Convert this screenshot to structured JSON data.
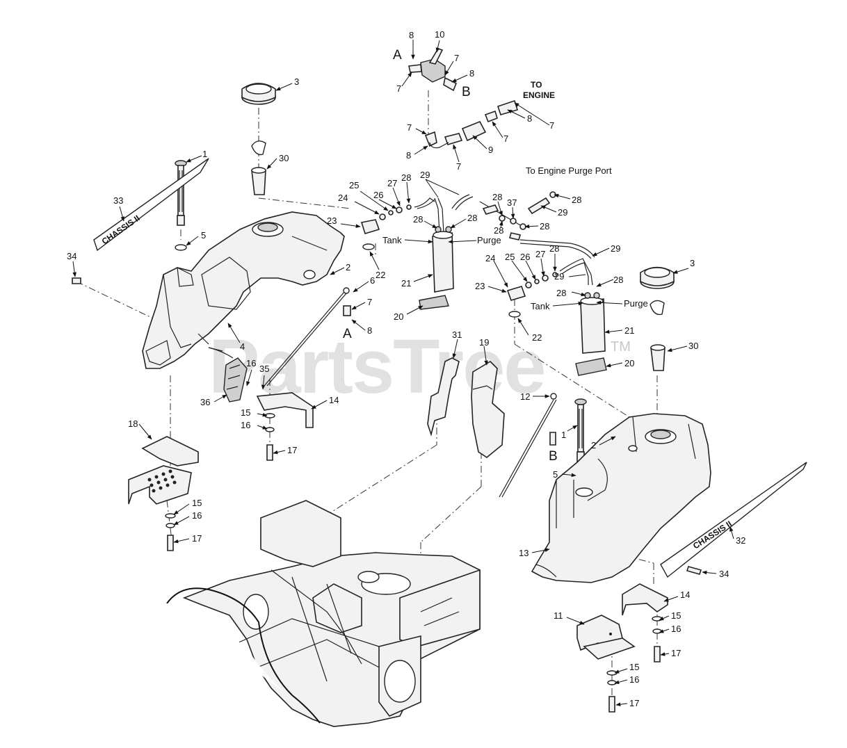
{
  "watermark": {
    "text": "PartsTree",
    "tm": "TM"
  },
  "callouts": {
    "c1a": "1",
    "c3a": "3",
    "c30a": "30",
    "c33": "33",
    "c5a": "5",
    "c34a": "34",
    "c4": "4",
    "c2a": "2",
    "c6": "6",
    "c7e": "7",
    "c8e": "8",
    "cAe": "A",
    "c22a": "22",
    "c23a": "23",
    "c24a": "24",
    "c25a": "25",
    "c26a": "26",
    "c27a": "27",
    "c28a": "28",
    "c29a": "29",
    "c28b": "28",
    "c28c": "28",
    "c21a": "21",
    "c20a": "20",
    "c8a": "8",
    "c10": "10",
    "cA": "A",
    "c7a": "7",
    "c7b": "7",
    "c8b": "8",
    "cB": "B",
    "c7c": "7",
    "c8c": "8",
    "c9": "9",
    "c7d": "7",
    "c7f": "7",
    "c8d": "8",
    "c7g": "7",
    "c28d": "28",
    "c29b": "29",
    "c28e": "28",
    "c37": "37",
    "c28f": "28",
    "c29c": "29",
    "c28g": "28",
    "c24b": "24",
    "c25b": "25",
    "c26b": "26",
    "c27b": "27",
    "c29d": "29",
    "c28h": "28",
    "c28i": "28",
    "c23b": "23",
    "c22b": "22",
    "c21b": "21",
    "c20b": "20",
    "c3b": "3",
    "c30b": "30",
    "c31": "31",
    "c19": "19",
    "c12": "12",
    "c1b": "1",
    "cBb": "B",
    "c2b": "2",
    "c5b": "5",
    "c13": "13",
    "c32": "32",
    "c34b": "34",
    "c14b": "14",
    "c11": "11",
    "c15c": "15",
    "c16c": "16",
    "c17c": "17",
    "c15d": "15",
    "c16d": "16",
    "c17d": "17",
    "c16a": "16",
    "c35": "35",
    "c36": "36",
    "c14a": "14",
    "c15a": "15",
    "c16b": "16",
    "c17a": "17",
    "c18": "18",
    "c15b": "15",
    "c16e": "16",
    "c17b": "17"
  },
  "notes": {
    "to_engine_1": "TO",
    "to_engine_2": "ENGINE",
    "purge_port": "To Engine Purge Port",
    "tank_a": "Tank",
    "purge_a": "Purge",
    "tank_b": "Tank",
    "purge_b": "Purge"
  },
  "decals": {
    "left": "CHASSIS II",
    "right": "CHASSIS II"
  }
}
